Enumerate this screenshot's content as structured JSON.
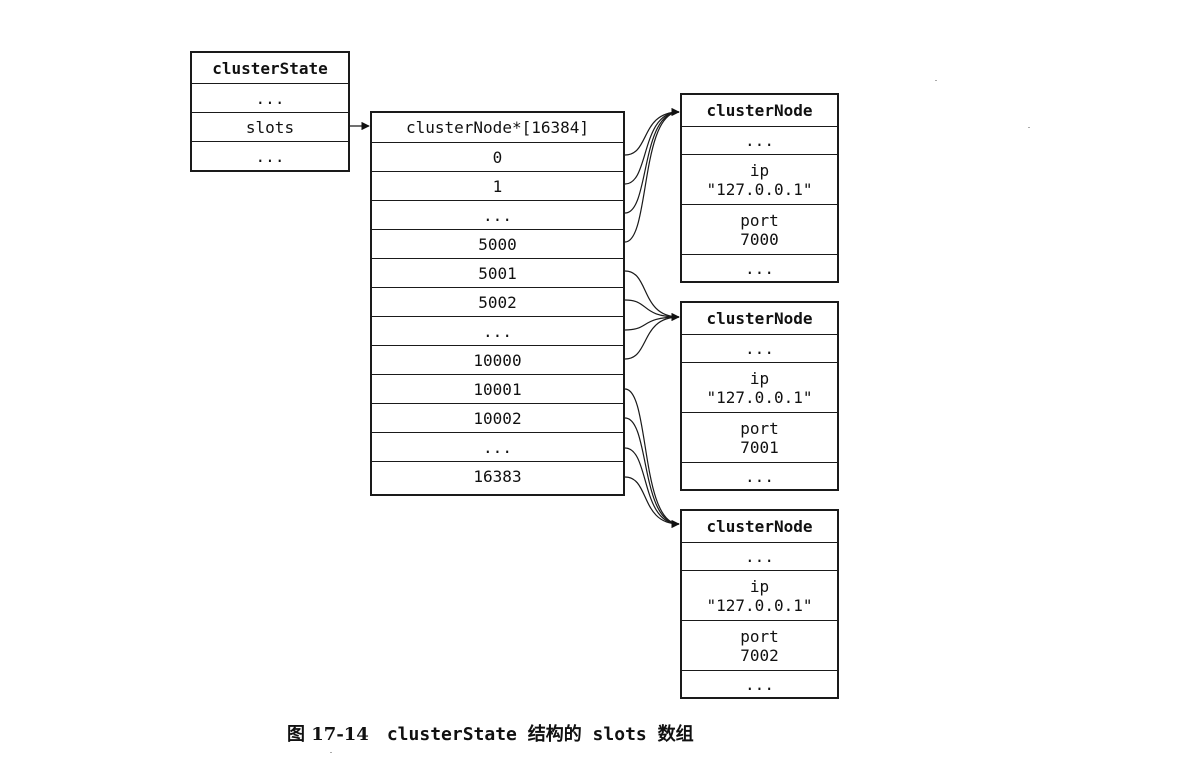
{
  "cluster_state": {
    "title": "clusterState",
    "rows": [
      "...",
      "slots",
      "..."
    ]
  },
  "slots_array": {
    "title": "clusterNode*[16384]",
    "rows": [
      "0",
      "1",
      "...",
      "5000",
      "5001",
      "5002",
      "...",
      "10000",
      "10001",
      "10002",
      "...",
      "16383"
    ]
  },
  "nodes": [
    {
      "title": "clusterNode",
      "before": "...",
      "ip_label": "ip",
      "ip_value": "\"127.0.0.1\"",
      "port_label": "port",
      "port_value": "7000",
      "after": "..."
    },
    {
      "title": "clusterNode",
      "before": "...",
      "ip_label": "ip",
      "ip_value": "\"127.0.0.1\"",
      "port_label": "port",
      "port_value": "7001",
      "after": "..."
    },
    {
      "title": "clusterNode",
      "before": "...",
      "ip_label": "ip",
      "ip_value": "\"127.0.0.1\"",
      "port_label": "port",
      "port_value": "7002",
      "after": "..."
    }
  ],
  "caption": {
    "figure": "图 17-14",
    "text": "clusterState 结构的 slots 数组"
  }
}
